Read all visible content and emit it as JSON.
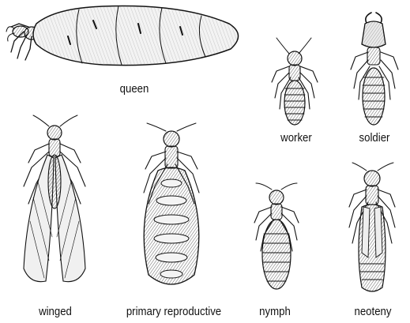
{
  "labels": {
    "queen": "queen",
    "worker": "worker",
    "soldier": "soldier",
    "winged": "winged",
    "primary_reproductive": "primary reproductive",
    "nymph": "nymph",
    "neoteny": "neoteny"
  },
  "colors": {
    "ink": "#111111",
    "paper": "#ffffff",
    "shade": "#d8d8d8"
  }
}
